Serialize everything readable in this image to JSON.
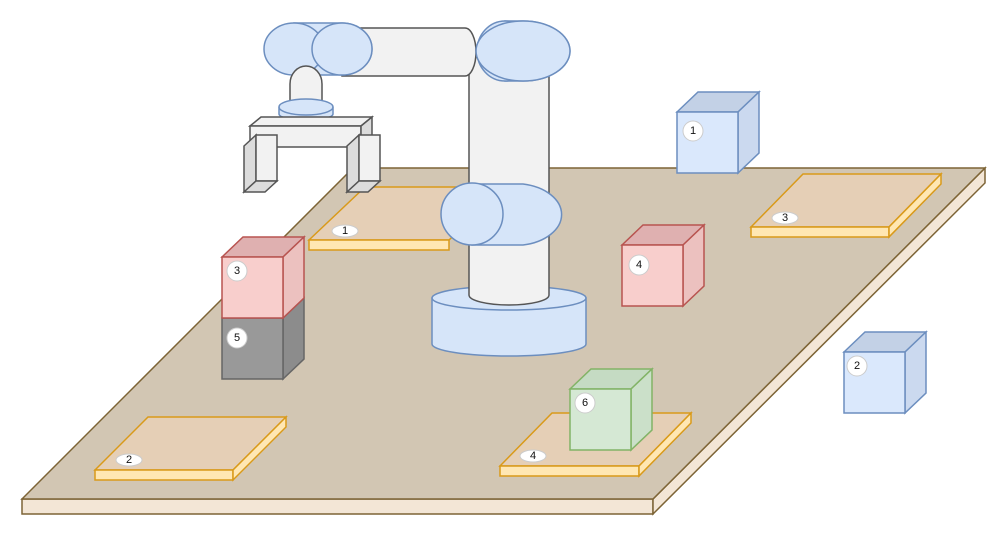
{
  "colors": {
    "table_top": "#d2c6b3",
    "table_side": "#f3e6d6",
    "table_stroke": "#7d6436",
    "pad_fill": "#e5cfb6",
    "pad_side": "#ffe7b3",
    "pad_stroke": "#d99a1a",
    "robot_grey": "#f2f2f2",
    "robot_stroke": "#555555",
    "robot_blue": "#d6e5f9",
    "robot_blue_stroke": "#6c8ebf",
    "gripper_side": "#dcdcdc",
    "blue_front": "#dae8fc",
    "blue_top": "#c3d1e6",
    "blue_side": "#cbd9ef",
    "blue_stroke": "#6c8ebf",
    "red_front": "#f8cecc",
    "red_top": "#dfb0b0",
    "red_side": "#ecc1bf",
    "red_stroke": "#b85450",
    "grey_front": "#999999",
    "grey_side": "#8c8c8c",
    "grey_stroke": "#666666",
    "green_front": "#d5e8d4",
    "green_top": "#c5dbc3",
    "green_side": "#cbe0c9",
    "green_stroke": "#82b366",
    "badge_fill": "#ffffff",
    "badge_stroke": "#cccccc"
  },
  "pads": [
    {
      "id": "pad-1",
      "label": "1"
    },
    {
      "id": "pad-2",
      "label": "2"
    },
    {
      "id": "pad-3",
      "label": "3"
    },
    {
      "id": "pad-4",
      "label": "4"
    }
  ],
  "blocks": [
    {
      "id": "blue-cube-1",
      "label": "1",
      "color": "blue"
    },
    {
      "id": "blue-cube-2",
      "label": "2",
      "color": "blue"
    },
    {
      "id": "red-cube-3",
      "label": "3",
      "color": "red"
    },
    {
      "id": "red-cube-4",
      "label": "4",
      "color": "red"
    },
    {
      "id": "grey-cube-5",
      "label": "5",
      "color": "grey"
    },
    {
      "id": "green-cube-6",
      "label": "6",
      "color": "green"
    }
  ]
}
